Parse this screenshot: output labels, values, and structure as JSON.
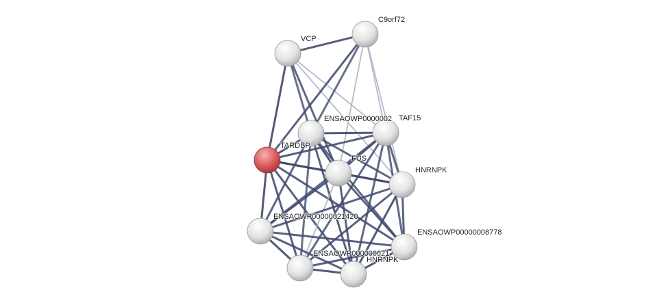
{
  "title": "Protein interaction network",
  "colors": {
    "edge_dark": "#3f4a72",
    "edge_light": "#aeb2c8",
    "node_query": "#d9575b",
    "node": "#e6e6e6"
  },
  "nodes": [
    {
      "id": "c9orf72",
      "label": "C9orf72"
    },
    {
      "id": "vcp",
      "label": "VCP"
    },
    {
      "id": "ensa_a",
      "label": "ENSAOWP0000002"
    },
    {
      "id": "taf15",
      "label": "TAF15"
    },
    {
      "id": "tardbp",
      "label": "TARDBP",
      "query": true
    },
    {
      "id": "fus",
      "label": "FUS"
    },
    {
      "id": "hnrnpk",
      "label": "HNRNPK"
    },
    {
      "id": "ensa_21420",
      "label": "ENSAOWP00000021420"
    },
    {
      "id": "ensa_8778",
      "label": "ENSAOWP00000008778"
    },
    {
      "id": "ensa_b",
      "label": "ENSAOWP000000021"
    },
    {
      "id": "hnrnpk2",
      "label": "HNRNPK"
    }
  ],
  "edges": [
    [
      "vcp",
      "c9orf72",
      0.8
    ],
    [
      "vcp",
      "tardbp",
      0.9
    ],
    [
      "vcp",
      "fus",
      0.7
    ],
    [
      "vcp",
      "taf15",
      0.3
    ],
    [
      "vcp",
      "hnrnpk",
      0.3
    ],
    [
      "vcp",
      "ensa_a",
      0.6
    ],
    [
      "c9orf72",
      "tardbp",
      0.8
    ],
    [
      "c9orf72",
      "ensa_a",
      0.6
    ],
    [
      "c9orf72",
      "fus",
      0.5
    ],
    [
      "c9orf72",
      "taf15",
      0.4
    ],
    [
      "c9orf72",
      "hnrnpk",
      0.3
    ],
    [
      "tardbp",
      "ensa_a",
      0.9
    ],
    [
      "tardbp",
      "taf15",
      0.8
    ],
    [
      "tardbp",
      "fus",
      1.0
    ],
    [
      "tardbp",
      "hnrnpk",
      0.8
    ],
    [
      "tardbp",
      "ensa_21420",
      0.9
    ],
    [
      "tardbp",
      "ensa_8778",
      0.8
    ],
    [
      "tardbp",
      "ensa_b",
      0.8
    ],
    [
      "tardbp",
      "hnrnpk2",
      0.8
    ],
    [
      "ensa_a",
      "taf15",
      0.9
    ],
    [
      "ensa_a",
      "fus",
      0.9
    ],
    [
      "ensa_a",
      "hnrnpk",
      0.7
    ],
    [
      "ensa_a",
      "ensa_21420",
      0.7
    ],
    [
      "ensa_a",
      "ensa_8778",
      0.7
    ],
    [
      "ensa_a",
      "ensa_b",
      0.6
    ],
    [
      "ensa_a",
      "hnrnpk2",
      0.8
    ],
    [
      "taf15",
      "fus",
      0.9
    ],
    [
      "taf15",
      "hnrnpk",
      0.7
    ],
    [
      "taf15",
      "ensa_21420",
      0.7
    ],
    [
      "taf15",
      "ensa_8778",
      0.7
    ],
    [
      "taf15",
      "ensa_b",
      0.7
    ],
    [
      "taf15",
      "hnrnpk2",
      0.7
    ],
    [
      "fus",
      "hnrnpk",
      0.9
    ],
    [
      "fus",
      "ensa_21420",
      0.8
    ],
    [
      "fus",
      "ensa_8778",
      0.8
    ],
    [
      "fus",
      "ensa_b",
      0.4
    ],
    [
      "fus",
      "hnrnpk2",
      0.8
    ],
    [
      "hnrnpk",
      "ensa_21420",
      0.8
    ],
    [
      "hnrnpk",
      "ensa_8778",
      0.8
    ],
    [
      "hnrnpk",
      "ensa_b",
      0.8
    ],
    [
      "hnrnpk",
      "hnrnpk2",
      0.9
    ],
    [
      "ensa_21420",
      "ensa_8778",
      0.8
    ],
    [
      "ensa_21420",
      "ensa_b",
      0.9
    ],
    [
      "ensa_21420",
      "hnrnpk2",
      0.8
    ],
    [
      "ensa_8778",
      "ensa_b",
      0.8
    ],
    [
      "ensa_8778",
      "hnrnpk2",
      0.9
    ],
    [
      "ensa_b",
      "hnrnpk2",
      0.9
    ]
  ]
}
